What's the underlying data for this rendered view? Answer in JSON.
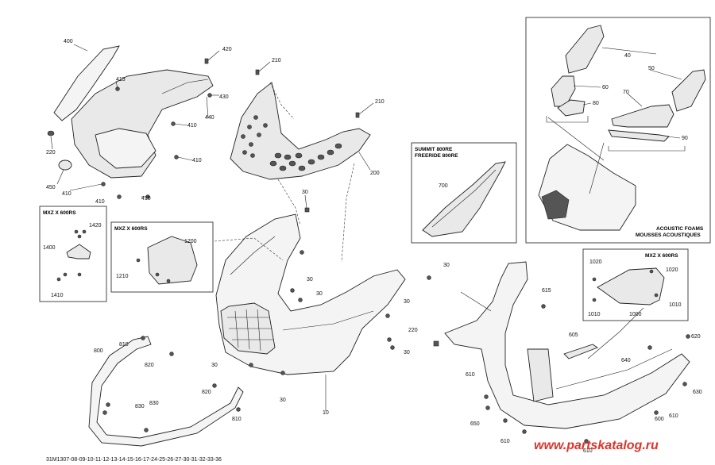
{
  "boxes": {
    "mxz_left": "MXZ X 600RS",
    "mxz_mid": "MXZ X 600RS",
    "mxz_right": "MXZ X 600RS",
    "summit_line1": "SUMMIT 800RE",
    "summit_line2": "FREERIDE 800RE",
    "acoustic_line1": "ACOUSTIC FOAMS",
    "acoustic_line2": "MOUSSES ACOUSTIQUES"
  },
  "labels": {
    "l400": "400",
    "l415": "415",
    "l220a": "220",
    "l450": "450",
    "l410a": "410",
    "l410b": "410",
    "l410c": "410",
    "l410d": "410",
    "l410e": "410",
    "l440": "440",
    "l430": "430",
    "l420": "420",
    "l210a": "210",
    "l210b": "210",
    "l200": "200",
    "l30a": "30",
    "l30b": "30",
    "l30c": "30",
    "l30d": "30",
    "l30e": "30",
    "l30f": "30",
    "l30g": "30",
    "l30h": "30",
    "l10": "10",
    "l1420": "1420",
    "l1400": "1400",
    "l1410": "1410",
    "l1200": "1200",
    "l1210": "1210",
    "l800": "800",
    "l810a": "810",
    "l810b": "810",
    "l820a": "820",
    "l820b": "820",
    "l830a": "830",
    "l830b": "830",
    "l700": "700",
    "l40": "40",
    "l60": "60",
    "l80": "80",
    "l50": "50",
    "l70": "70",
    "l90": "90",
    "l1020a": "1020",
    "l1020b": "1020",
    "l1010a": "1010",
    "l1010b": "1010",
    "l1000": "1000",
    "l615": "615",
    "l605": "605",
    "l620": "620",
    "l640": "640",
    "l630": "630",
    "l600": "600",
    "l610a": "610",
    "l610b": "610",
    "l610c": "610",
    "l610d": "610",
    "l650": "650",
    "l220b": "220"
  },
  "doc_id": "31M1307-08-09-10-11-12-13-14-15-16-17-24-25-26-27-30-31-32-33-36",
  "watermark": "www.partskatalog.ru"
}
